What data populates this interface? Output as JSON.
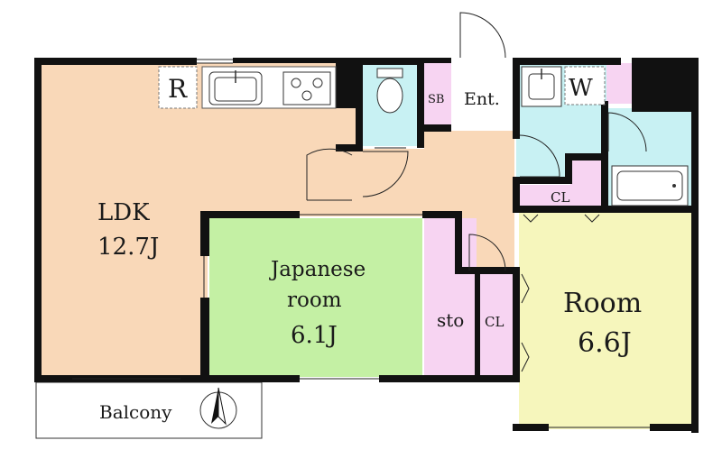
{
  "rooms": {
    "ldk": {
      "name": "LDK",
      "size": "12.7J"
    },
    "japanese": {
      "name_line1": "Japanese",
      "name_line2": "room",
      "size": "6.1J"
    },
    "room": {
      "name": "Room",
      "size": "6.6J"
    }
  },
  "labels": {
    "refrigerator": "R",
    "washer": "W",
    "shoe_box": "SB",
    "entrance": "Ent.",
    "closet_top": "CL",
    "closet_side": "CL",
    "storage": "sto",
    "balcony": "Balcony"
  },
  "colors": {
    "ldk": "#f9d8b8",
    "hall": "#f9d8b8",
    "japanese": "#c4f0a4",
    "room": "#f6f6bc",
    "wet": "#c8f1f3",
    "closet": "#f7d4f2",
    "wall": "#111111"
  },
  "icons": [
    "kitchen-sink-icon",
    "stove-icon",
    "toilet-icon",
    "washbasin-icon",
    "bathtub-icon",
    "north-compass-icon"
  ]
}
